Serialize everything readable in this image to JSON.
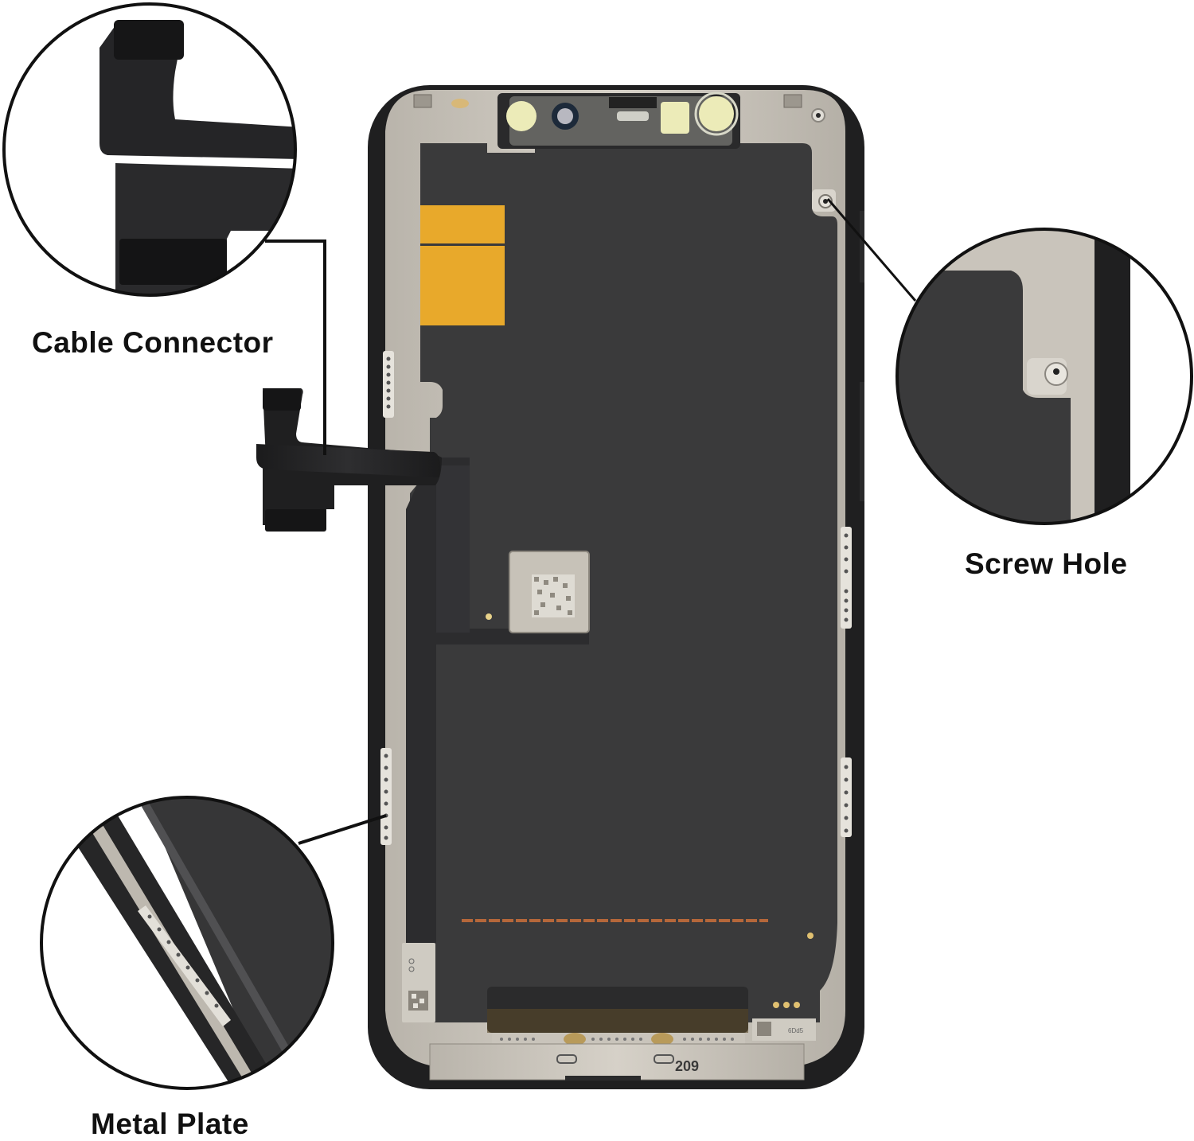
{
  "product": {
    "subject": "Smartphone OLED display assembly (rear view)",
    "colors": {
      "background": "#ffffff",
      "panel": "#3a3a3b",
      "frame_bezel": "#1f1f20",
      "metal": "#c9c4bb",
      "metal_dark": "#a8a39a",
      "flex_cable": "#222223",
      "amber_tape": "#e8a92b",
      "callout_line": "#111111",
      "label_text": "#111111"
    },
    "markings": {
      "bottom_shield_number": "209",
      "bottom_right_label_code": "6Dd5"
    }
  },
  "callouts": [
    {
      "id": "cable-connector",
      "label": "Cable Connector"
    },
    {
      "id": "screw-hole",
      "label": "Screw Hole"
    },
    {
      "id": "metal-plate",
      "label": "Metal Plate"
    }
  ]
}
